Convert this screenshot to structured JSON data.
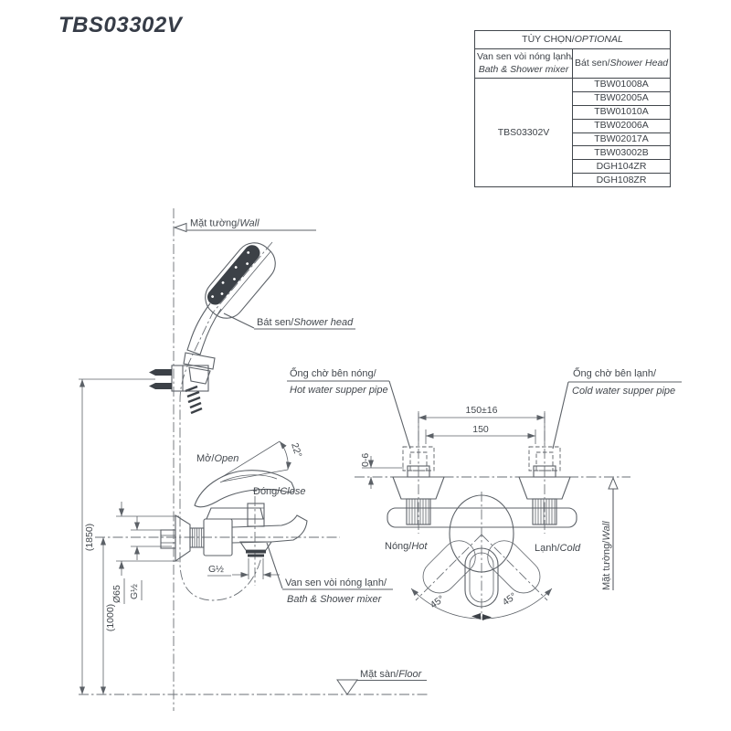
{
  "title": "TBS03302V",
  "table": {
    "header_vi": "TÙY CHỌN/",
    "header_en": "OPTIONAL",
    "col1_vi": "Van sen vòi nóng lạnh/",
    "col1_en": "Bath & Shower mixer",
    "col2_vi": "Bát sen/",
    "col2_en": "Shower Head",
    "mixer_code": "TBS03302V",
    "shower_heads": [
      "TBW01008A",
      "TBW02005A",
      "TBW01010A",
      "TBW02006A",
      "TBW02017A",
      "TBW03002B",
      "DGH104ZR",
      "DGH108ZR"
    ]
  },
  "labels": {
    "wall_top_vi": "Mặt tường/",
    "wall_top_en": "Wall",
    "shower_head_vi": "Bát sen/",
    "shower_head_en": "Shower head",
    "open_vi": "Mở/",
    "open_en": "Open",
    "close_vi": "Đóng/",
    "close_en": "Close",
    "mixer_vi": "Van sen vòi nóng lạnh/",
    "mixer_en": "Bath & Shower mixer",
    "hot_pipe_vi": "Ống chờ bên nóng/",
    "hot_pipe_en": "Hot water supper pipe",
    "cold_pipe_vi": "Ống chờ bên lạnh/",
    "cold_pipe_en": "Cold water supper pipe",
    "hot_vi": "Nóng/",
    "hot_en": "Hot",
    "cold_vi": "Lạnh/",
    "cold_en": "Cold",
    "wall_right_vi": "Mặt tường/",
    "wall_right_en": "Wall",
    "floor_vi": "Mặt sàn/",
    "floor_en": "Floor"
  },
  "dimensions": {
    "height_total": "(1850)",
    "height_mixer": "(1000)",
    "escutcheon_dia": "Ø65",
    "inlet_thread": "G½",
    "outlet_thread": "G½",
    "pipe_span_tol": "150±16",
    "pipe_span": "150",
    "protrusion": "0-6",
    "open_angle": "22°",
    "swing_left": "45°",
    "swing_right": "45°"
  },
  "colors": {
    "line": "#5c6167",
    "text": "#43484e",
    "dark": "#3c4147",
    "border": "#41464c"
  }
}
